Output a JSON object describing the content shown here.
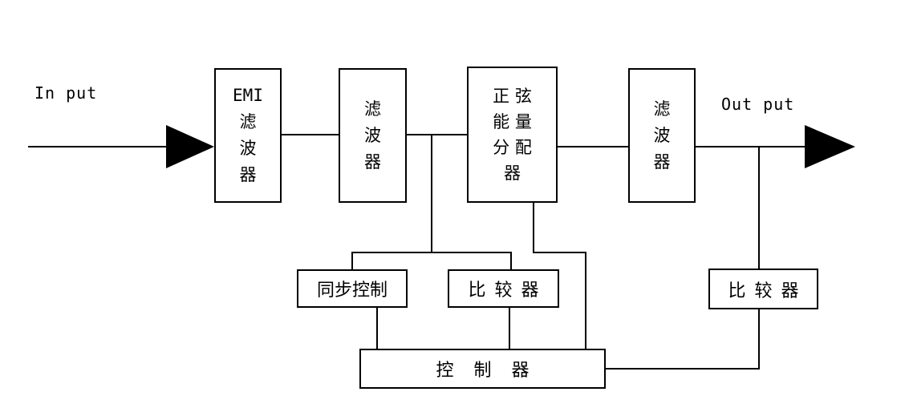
{
  "diagram": {
    "type": "block-diagram",
    "labels": {
      "input": "In put",
      "output": "Out put"
    },
    "blocks": {
      "emi_filter": {
        "lines": [
          "EMI",
          "滤",
          "波",
          "器"
        ]
      },
      "filter_2": {
        "lines": [
          "滤",
          "波",
          "器"
        ]
      },
      "sine_energy_distributor": {
        "rows": [
          "正 弦",
          "能 量",
          "分 配",
          "器"
        ]
      },
      "filter_4": {
        "lines": [
          "滤",
          "波",
          "器"
        ]
      },
      "sync_control": {
        "label": "同步控制"
      },
      "comparator_left": {
        "label": "比 较 器"
      },
      "controller": {
        "label": "控 制 器"
      },
      "comparator_right": {
        "label": "比 较 器"
      }
    },
    "colors": {
      "line": "#000000",
      "background": "#ffffff",
      "box_fill": "#ffffff"
    }
  }
}
